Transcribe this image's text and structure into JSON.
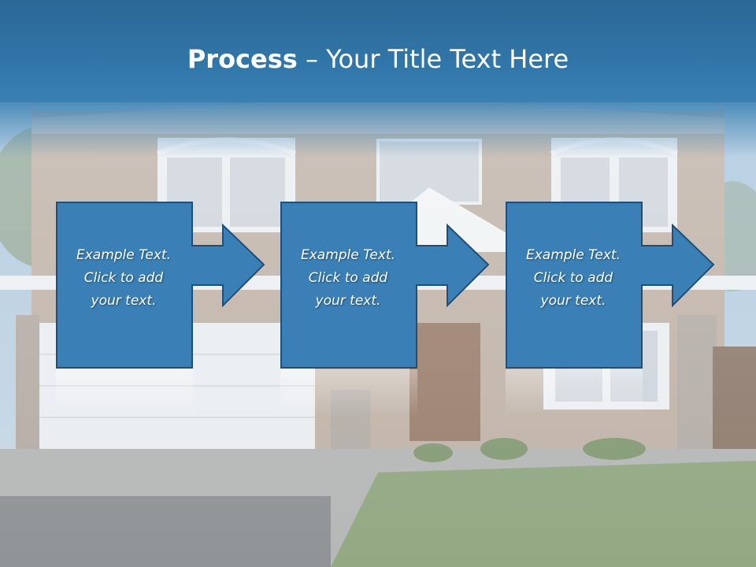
{
  "slide": {
    "title_bold": "Process",
    "title_rest": " – Your Title Text Here",
    "steps": [
      {
        "line1": "Example Text.",
        "line2": "Click  to add",
        "line3": "your text."
      },
      {
        "line1": "Example Text.",
        "line2": "Click  to add",
        "line3": "your text."
      },
      {
        "line1": "Example Text.",
        "line2": "Click  to add",
        "line3": "your text."
      }
    ]
  },
  "colors": {
    "title_band": "#3278ab",
    "box_fill": "#3a80b6",
    "box_border": "#1f4e79",
    "text": "#ffffff"
  },
  "background_image": "house-photo"
}
